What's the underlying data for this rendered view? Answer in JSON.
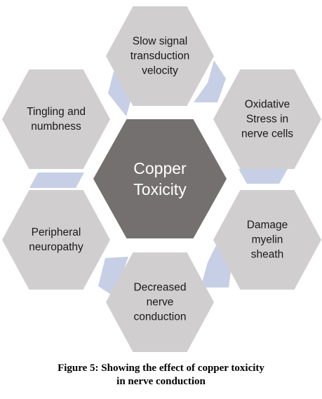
{
  "diagram": {
    "center": {
      "lines": [
        "Copper",
        "Toxicity"
      ]
    },
    "nodes": [
      {
        "id": "slow-signal",
        "lines": [
          "Slow signal",
          "transduction",
          "velocity"
        ]
      },
      {
        "id": "oxidative-stress",
        "lines": [
          "Oxidative",
          "Stress in",
          "nerve cells"
        ]
      },
      {
        "id": "damage-myelin",
        "lines": [
          "Damage",
          "myelin",
          "sheath"
        ]
      },
      {
        "id": "decreased-conduction",
        "lines": [
          "Decreased",
          "nerve",
          "conduction"
        ]
      },
      {
        "id": "peripheral-neuropathy",
        "lines": [
          "Peripheral",
          "neuropathy"
        ]
      },
      {
        "id": "tingling-numbness",
        "lines": [
          "Tingling and",
          "numbness"
        ]
      }
    ],
    "colors": {
      "outer_hex": "#d0cece",
      "center_hex": "#747070",
      "connector": "#c6cfe6"
    }
  },
  "caption": {
    "line1": "Figure 5: Showing the effect of copper toxicity",
    "line2": "in nerve conduction"
  }
}
